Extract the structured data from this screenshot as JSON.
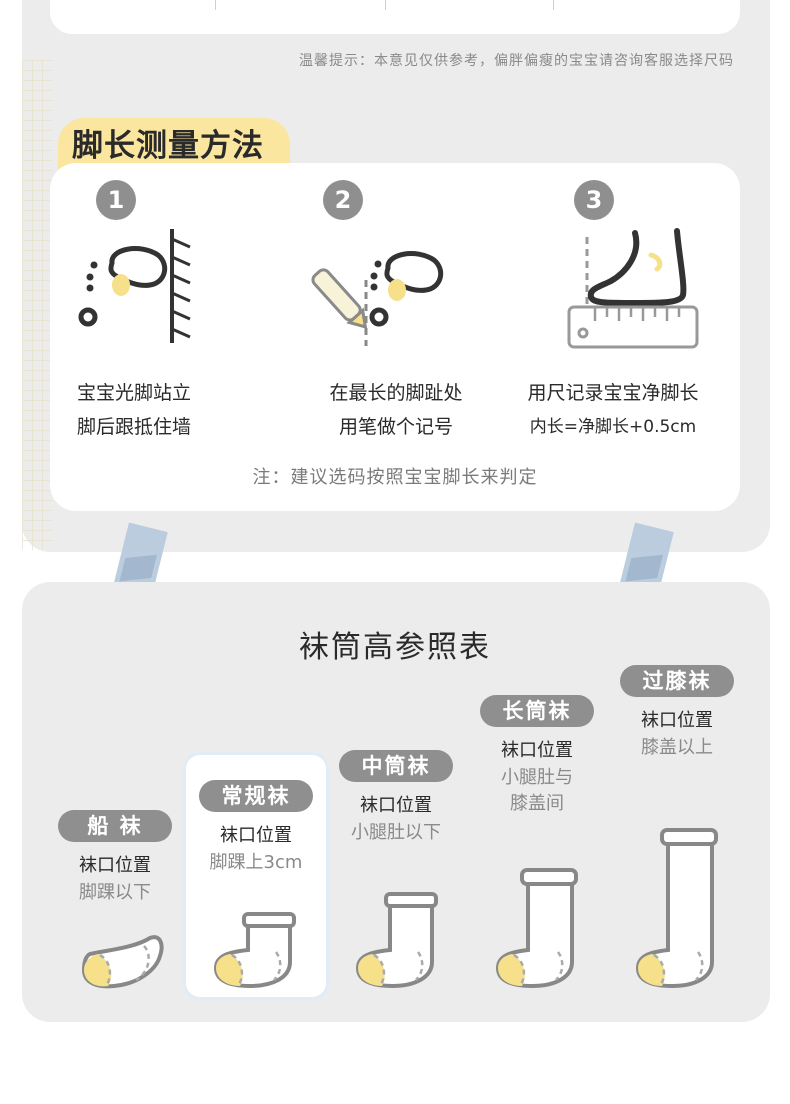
{
  "tip_text": "温馨提示：本意见仅供参考，偏胖偏瘦的宝宝请咨询客服选择尺码",
  "measure": {
    "title": "脚长测量方法",
    "steps": [
      {
        "num": "1",
        "line1": "宝宝光脚站立",
        "line2": "脚后跟抵住墙"
      },
      {
        "num": "2",
        "line1": "在最长的脚趾处",
        "line2": "用笔做个记号"
      },
      {
        "num": "3",
        "line1": "用尺记录宝宝净脚长",
        "line2": "内长=净脚长+0.5cm"
      }
    ],
    "note": "注：建议选码按照宝宝脚长来判定"
  },
  "sock_chart": {
    "title": "袜筒高参照表",
    "label": "袜口位置",
    "types": [
      {
        "name": "船 袜",
        "desc1": "脚踝以下",
        "desc2": ""
      },
      {
        "name": "常规袜",
        "desc1": "脚踝上3cm",
        "desc2": ""
      },
      {
        "name": "中筒袜",
        "desc1": "小腿肚以下",
        "desc2": ""
      },
      {
        "name": "长筒袜",
        "desc1": "小腿肚与",
        "desc2": "膝盖间"
      },
      {
        "name": "过膝袜",
        "desc1": "膝盖以上",
        "desc2": ""
      }
    ]
  },
  "colors": {
    "accent_yellow": "#fbe6a0",
    "badge_gray": "#8f8f8f",
    "panel_gray": "#ececec",
    "tape_blue": "#b9cbdf"
  }
}
